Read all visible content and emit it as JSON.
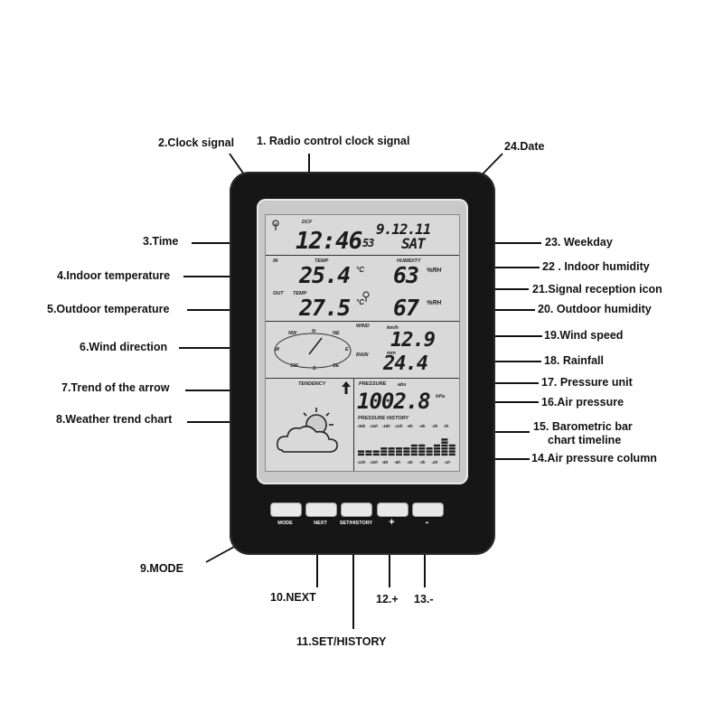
{
  "annotations": {
    "a1": "1. Radio control clock signal",
    "a2": "2.Clock signal",
    "a3": "3.Time",
    "a4": "4.Indoor temperature",
    "a5": "5.Outdoor temperature",
    "a6": "6.Wind direction",
    "a7": "7.Trend of the arrow",
    "a8": "8.Weather trend chart",
    "a9": "9.MODE",
    "a10": "10.NEXT",
    "a11": "11.SET/HISTORY",
    "a12": "12.+",
    "a13": "13.-",
    "a14": "14.Air pressure column",
    "a15": "15. Barometric bar",
    "a15b": "chart timeline",
    "a16": "16.Air pressure",
    "a17": "17. Pressure unit",
    "a18": "18. Rainfall",
    "a19": "19.Wind speed",
    "a20": "20. Outdoor humidity",
    "a21": "21.Signal reception icon",
    "a22": "22 .  Indoor humidity",
    "a23": "23. Weekday",
    "a24": "24.Date"
  },
  "lcd": {
    "dcf": "DCF",
    "time": "12:46",
    "seconds": "53",
    "date": "9.12.11",
    "weekday": "SAT",
    "in_label": "IN",
    "temp_label": "TEMP",
    "humidity_label": "HUMIDITY",
    "indoor_temp": "25.4",
    "indoor_temp_unit": "°C",
    "indoor_humidity": "63",
    "humidity_unit": "%RH",
    "out_label": "OUT",
    "outdoor_temp": "27.5",
    "outdoor_temp_unit": "°C",
    "outdoor_humidity": "67",
    "wind_label": "WIND",
    "rain_label": "RAIN",
    "wind_speed_unit": "km/h",
    "wind_speed": "12.9",
    "rain_unit": "mm",
    "rainfall": "24.4",
    "compass": [
      "NW",
      "N",
      "NE",
      "W",
      "E",
      "SW",
      "S",
      "SE"
    ],
    "tendency_label": "TENDENCY",
    "pressure_label": "PRESSURE",
    "pressure_unit_top": "abs",
    "pressure": "1002.8",
    "pressure_unit": "hPa",
    "pressure_history_label": "PRESSURE  HISTORY",
    "history_timeline": [
      "-36h",
      "-24h",
      "-18h",
      "-12h",
      "-9h",
      "-6h",
      "-3h",
      "0h"
    ],
    "history_bottom": [
      "-12h",
      "-10h",
      "-8h",
      "-6h",
      "-4h",
      "-3h",
      "-2h",
      "-1h"
    ],
    "pressure_column_levels": [
      2,
      2,
      2,
      3,
      3,
      3,
      3,
      4,
      4,
      3,
      4,
      6,
      4
    ]
  },
  "buttons": {
    "mode": "MODE",
    "next": "NEXT",
    "set_history": "SET/HISTORY",
    "plus": "+",
    "minus": "-"
  },
  "colors": {
    "device_body": "#161616",
    "lcd_background": "#d9d9d9",
    "lcd_segments": "#1c1c1c"
  }
}
